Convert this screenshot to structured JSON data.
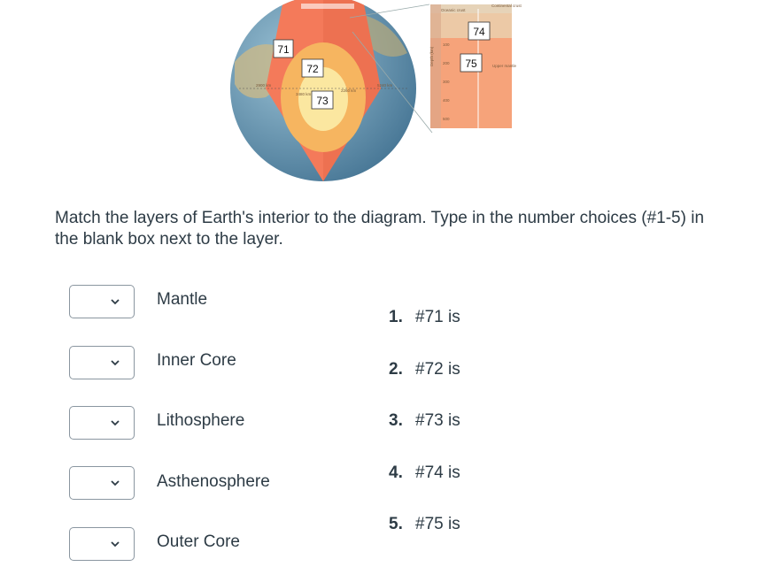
{
  "diagram": {
    "labels": {
      "l71": "71",
      "l72": "72",
      "l73": "73",
      "l74": "74",
      "l75": "75"
    },
    "small_text": {
      "oceanic_crust": "Oceanic crust",
      "continental_crust": "Continental crust",
      "upper_mantle": "Upper mantle",
      "depth_axis": "Depth (km)",
      "ticks": [
        "100",
        "200",
        "300",
        "400",
        "500"
      ],
      "distances": [
        "2900 km",
        "3480 km",
        "2260 km",
        "5240 km"
      ]
    },
    "colors": {
      "outer_layer": "#f47a5a",
      "middle_layer": "#f6b560",
      "inner_layer": "#fbe7a0",
      "globe_blue": "#5b8fb0"
    }
  },
  "question": {
    "instructions": "Match the layers of Earth's interior to the diagram. Type in the number choices (#1-5) in the blank box next to the layer."
  },
  "answers": [
    {
      "label": "Mantle",
      "value": ""
    },
    {
      "label": "Inner Core",
      "value": ""
    },
    {
      "label": "Lithosphere",
      "value": ""
    },
    {
      "label": "Asthenosphere",
      "value": ""
    },
    {
      "label": "Outer Core",
      "value": ""
    }
  ],
  "choices": [
    {
      "num": "1.",
      "text": "#71 is"
    },
    {
      "num": "2.",
      "text": "#72 is"
    },
    {
      "num": "3.",
      "text": "#73 is"
    },
    {
      "num": "4.",
      "text": "#74 is"
    },
    {
      "num": "5.",
      "text": "#75 is"
    }
  ]
}
